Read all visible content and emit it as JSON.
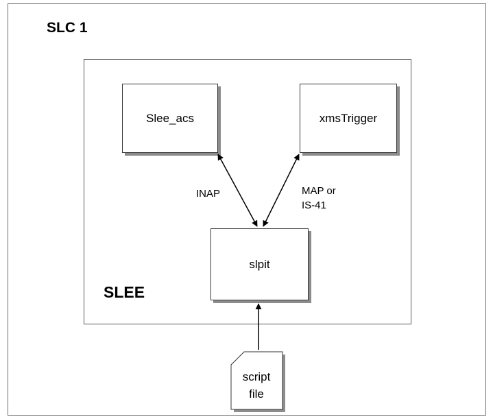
{
  "diagram": {
    "outer_title": "SLC 1",
    "inner_title": "SLEE",
    "nodes": {
      "slee_acs": "Slee_acs",
      "xms_trigger": "xmsTrigger",
      "slpit": "slpit",
      "script_file": "script\nfile"
    },
    "edges": {
      "inap": "INAP",
      "map_line1": "MAP or",
      "map_line2": "IS-41"
    },
    "colors": {
      "border": "#333333",
      "shadow": "#8c8c8c",
      "arrow": "#000000"
    }
  }
}
